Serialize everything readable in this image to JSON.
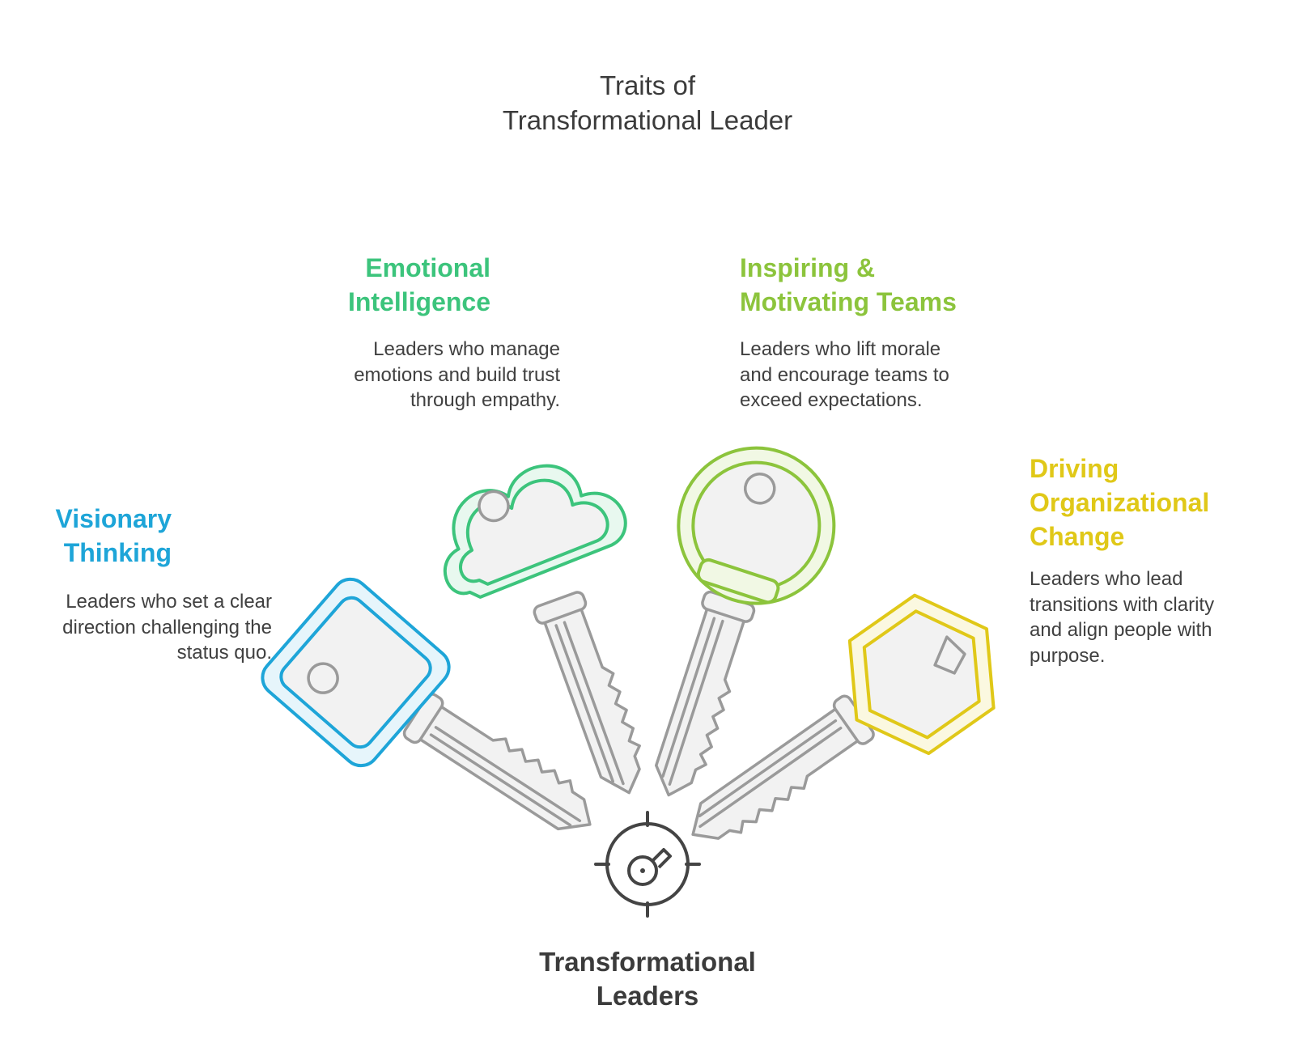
{
  "title": {
    "line1": "Traits of",
    "line2": "Transformational Leader"
  },
  "center": {
    "line1": "Transformational",
    "line2": "Leaders",
    "icon": "target-key-icon"
  },
  "colors": {
    "visionary": "#1ea5d8",
    "emotional": "#3cc47c",
    "inspiring": "#8cc43c",
    "driving": "#e0c818",
    "key_body": "#9a9a9a",
    "key_fill": "#f2f2f2",
    "text": "#404040"
  },
  "traits": [
    {
      "id": "visionary",
      "title_line1": "Visionary",
      "title_line2": "Thinking",
      "desc_line1": "Leaders who set a clear",
      "desc_line2": "direction challenging the",
      "desc_line3": "status quo.",
      "icon": "diamond-key-icon"
    },
    {
      "id": "emotional",
      "title_line1": "Emotional",
      "title_line2": "Intelligence",
      "desc_line1": "Leaders who manage",
      "desc_line2": "emotions and build trust",
      "desc_line3": "through empathy.",
      "icon": "cloud-key-icon"
    },
    {
      "id": "inspiring",
      "title_line1": "Inspiring &",
      "title_line2": "Motivating Teams",
      "desc_line1": "Leaders who lift morale",
      "desc_line2": "and encourage teams to",
      "desc_line3": "exceed expectations.",
      "icon": "round-key-icon"
    },
    {
      "id": "driving",
      "title_line1": "Driving",
      "title_line2": "Organizational",
      "title_line3": "Change",
      "desc_line1": "Leaders who lead",
      "desc_line2": "transitions with clarity",
      "desc_line3": "and align people with",
      "desc_line4": "purpose.",
      "icon": "hexagon-key-icon"
    }
  ]
}
